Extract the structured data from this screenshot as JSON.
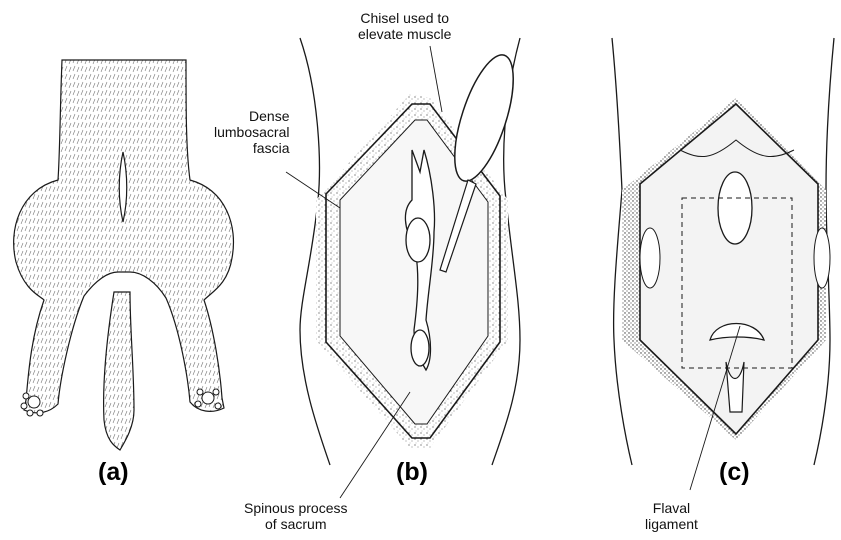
{
  "panels": [
    {
      "id": "a",
      "label": "(a)"
    },
    {
      "id": "b",
      "label": "(b)"
    },
    {
      "id": "c",
      "label": "(c)"
    }
  ],
  "labels": {
    "chisel": [
      "Chisel used to",
      "elevate muscle"
    ],
    "fascia": [
      "Dense",
      "lumbosacral",
      "fascia"
    ],
    "spinous": [
      "Spinous process",
      "of sacrum"
    ],
    "flaval": [
      "Flaval",
      "ligament"
    ]
  },
  "colors": {
    "line": "#1a1a1a",
    "stipple": "#555555",
    "background": "#ffffff"
  }
}
